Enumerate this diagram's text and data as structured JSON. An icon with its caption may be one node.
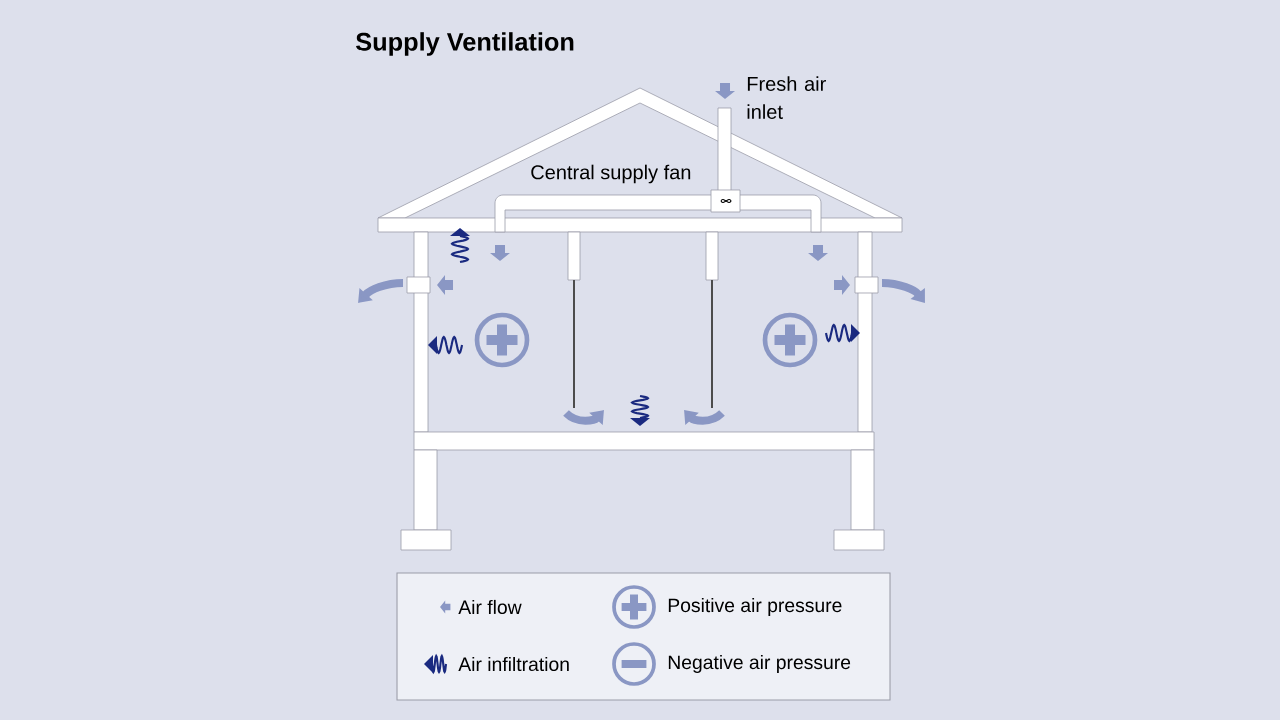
{
  "diagram": {
    "title": "Supply Ventilation",
    "labels": [
      "Fresh air inlet",
      "Central supply fan"
    ],
    "legend": [
      {
        "text": "Air flow"
      },
      {
        "text": "Positive air pressure"
      },
      {
        "text": "Air infiltration"
      },
      {
        "text": "Negative air pressure"
      }
    ]
  }
}
